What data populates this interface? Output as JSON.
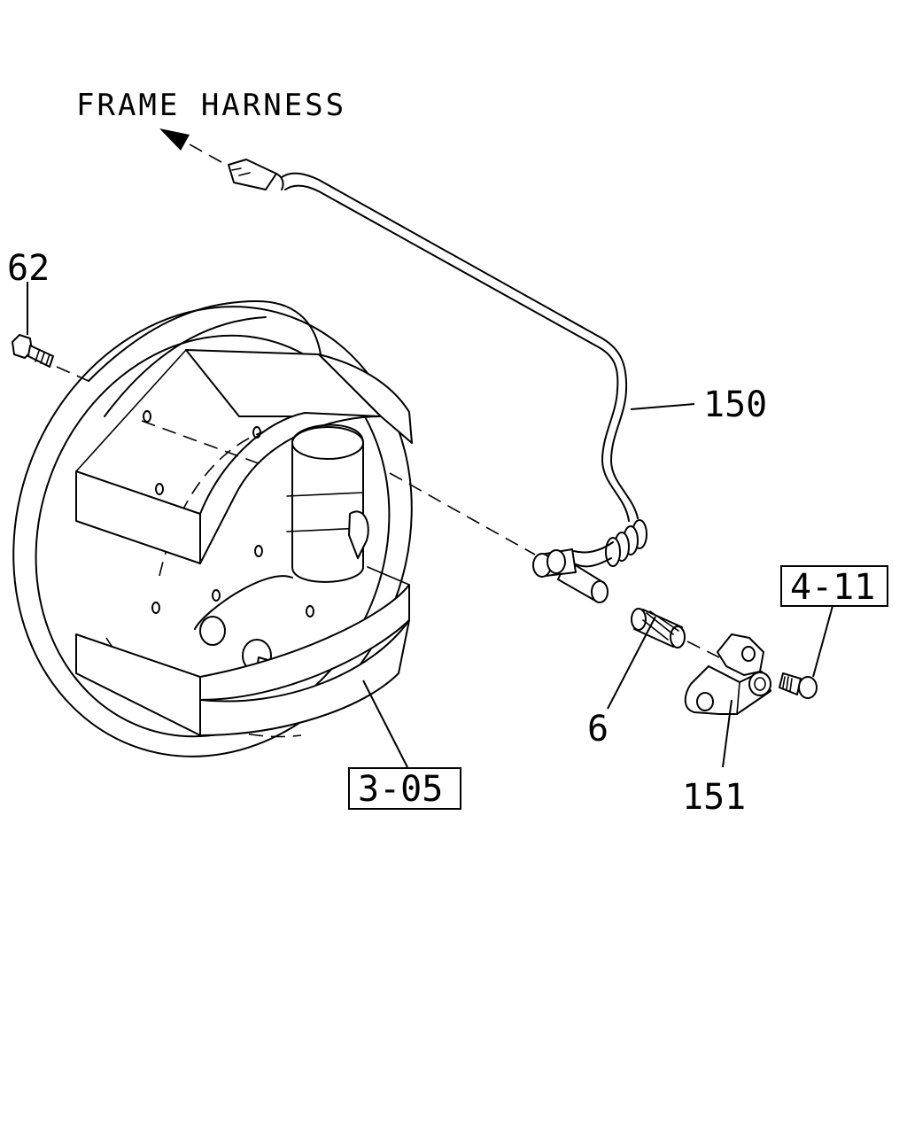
{
  "labels": {
    "frame_harness": "FRAME HARNESS",
    "bolt": "62",
    "sensor_harness": "150",
    "ref_brake": "3-05",
    "ref_bolt": "4-11",
    "sleeve": "6",
    "bracket": "151"
  }
}
